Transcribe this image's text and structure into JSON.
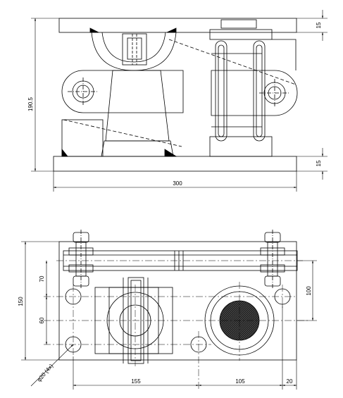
{
  "side_view": {
    "dims": {
      "top_plate": "15",
      "bottom_plate": "15",
      "height": "190.5",
      "length": "300"
    }
  },
  "top_view": {
    "dims": {
      "bolt_span": "70",
      "hole_span": "60",
      "width": "150",
      "hole_diameter": "φ20 (4x)",
      "load_cell_offset": "100",
      "seg1": "155",
      "seg2": "105",
      "seg3": "20"
    }
  }
}
